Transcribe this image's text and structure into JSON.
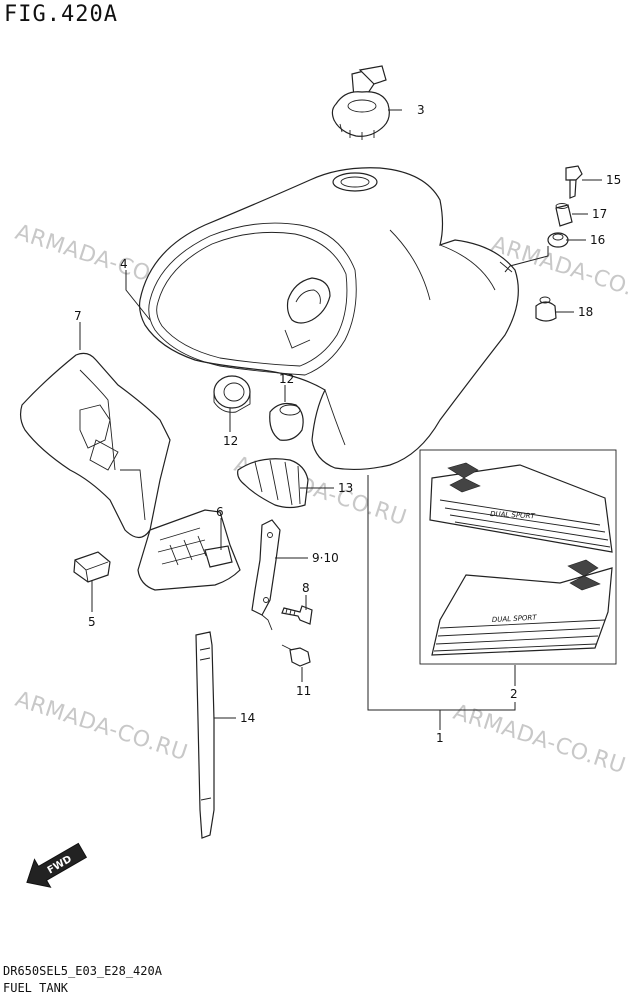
{
  "figure": {
    "title": "FIG.420A",
    "model_code": "DR650SEL5_E03_E28_420A",
    "section_title": "FUEL TANK"
  },
  "watermark": "ARMADA-CO.RU",
  "fwd_label": "FWD",
  "callouts": {
    "c1": "1",
    "c2": "2",
    "c3": "3",
    "c4": "4",
    "c5": "5",
    "c6": "6",
    "c7": "7",
    "c8": "8",
    "c9_10": "9·10",
    "c11": "11",
    "c12a": "12",
    "c12b": "12",
    "c13": "13",
    "c14": "14",
    "c15": "15",
    "c16": "16",
    "c17": "17",
    "c18": "18"
  },
  "decal_text": "DUAL SPORT"
}
